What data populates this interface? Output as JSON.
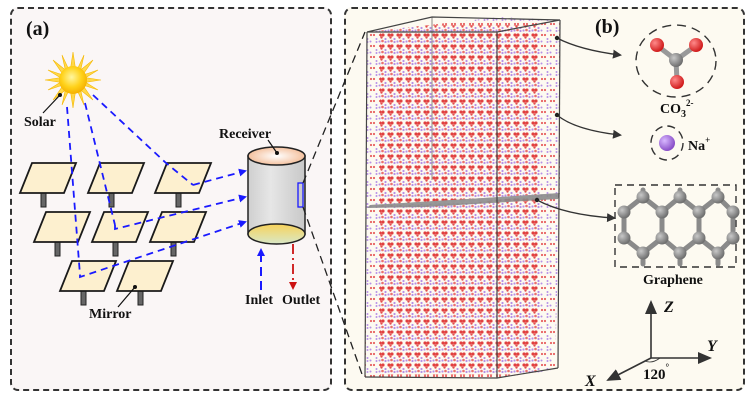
{
  "panel_a": {
    "label": "(a)",
    "solar_label": "Solar",
    "receiver_label": "Receiver",
    "mirror_label": "Mirror",
    "inlet_label": "Inlet",
    "outlet_label": "Outlet",
    "colors": {
      "background": "#faf6f6",
      "mirror_fill": "#fdf0cf",
      "light_ray": "#1a1aff",
      "inlet_arrow": "#1a1aff",
      "outlet_arrow": "#cc1111",
      "sun": "#ffcc00"
    }
  },
  "panel_b": {
    "label": "(b)",
    "carbonate_label": "CO",
    "carbonate_sub": "3",
    "carbonate_sup": "2-",
    "sodium_label": "Na",
    "sodium_sup": "+",
    "graphene_label": "Graphene",
    "axes": {
      "z_label": "Z",
      "y_label": "Y",
      "x_label": "X",
      "angle_label": "120",
      "angle_unit": "°"
    },
    "colors": {
      "background": "#fdfaf1",
      "oxygen": "#e03030",
      "carbon": "#8a8a8a",
      "sodium": "#a070d8",
      "graphene": "#808080"
    }
  }
}
